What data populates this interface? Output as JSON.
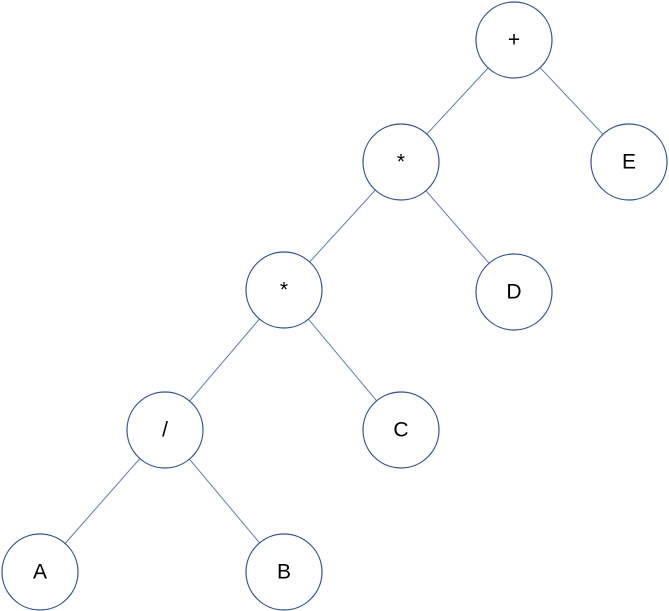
{
  "diagram": {
    "type": "binary-expression-tree",
    "nodes": [
      {
        "id": "root",
        "label": "+"
      },
      {
        "id": "mul1",
        "label": "*"
      },
      {
        "id": "e",
        "label": "E"
      },
      {
        "id": "mul2",
        "label": "*"
      },
      {
        "id": "d",
        "label": "D"
      },
      {
        "id": "div",
        "label": "/"
      },
      {
        "id": "c",
        "label": "C"
      },
      {
        "id": "a",
        "label": "A"
      },
      {
        "id": "b",
        "label": "B"
      }
    ],
    "edges": [
      {
        "from": "root",
        "to": "mul1"
      },
      {
        "from": "root",
        "to": "e"
      },
      {
        "from": "mul1",
        "to": "mul2"
      },
      {
        "from": "mul1",
        "to": "d"
      },
      {
        "from": "mul2",
        "to": "div"
      },
      {
        "from": "mul2",
        "to": "c"
      },
      {
        "from": "div",
        "to": "a"
      },
      {
        "from": "div",
        "to": "b"
      }
    ],
    "colors": {
      "node_border": "#2f5496",
      "edge": "#5b7fb0",
      "node_fill": "#ffffff",
      "text": "#000000"
    }
  }
}
